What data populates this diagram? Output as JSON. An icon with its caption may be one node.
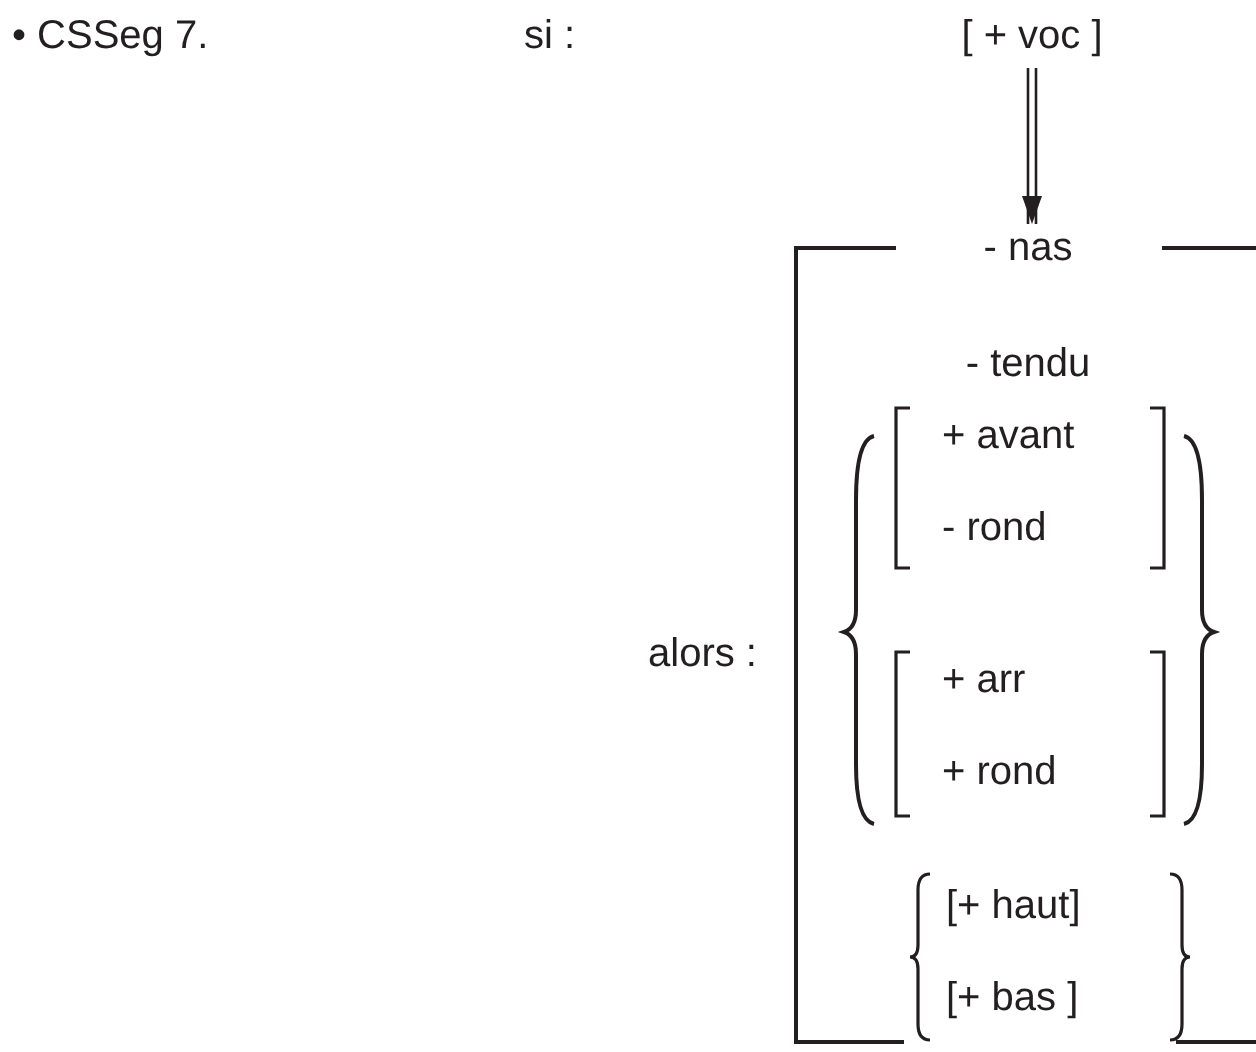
{
  "diagram": {
    "nodes": [
      {
        "text": [
          "[ + voc ]"
        ]
      },
      {
        "text": [
          "- nas",
          "- tendu"
        ]
      },
      {
        "text": [
          "+ avant",
          "- rond"
        ],
        "in": 1
      },
      {
        "text": [
          "+ arr",
          "+ rond"
        ],
        "in": 1
      },
      {
        "text": [
          "[+ haut]",
          "[+ bas ]"
        ],
        "in": 1
      }
    ],
    "edges": [
      {
        "from": 0,
        "to": 1,
        "arrow": "to"
      }
    ],
    "labels": [
      "• CSSeg 7.",
      "si :",
      "alors :"
    ]
  }
}
